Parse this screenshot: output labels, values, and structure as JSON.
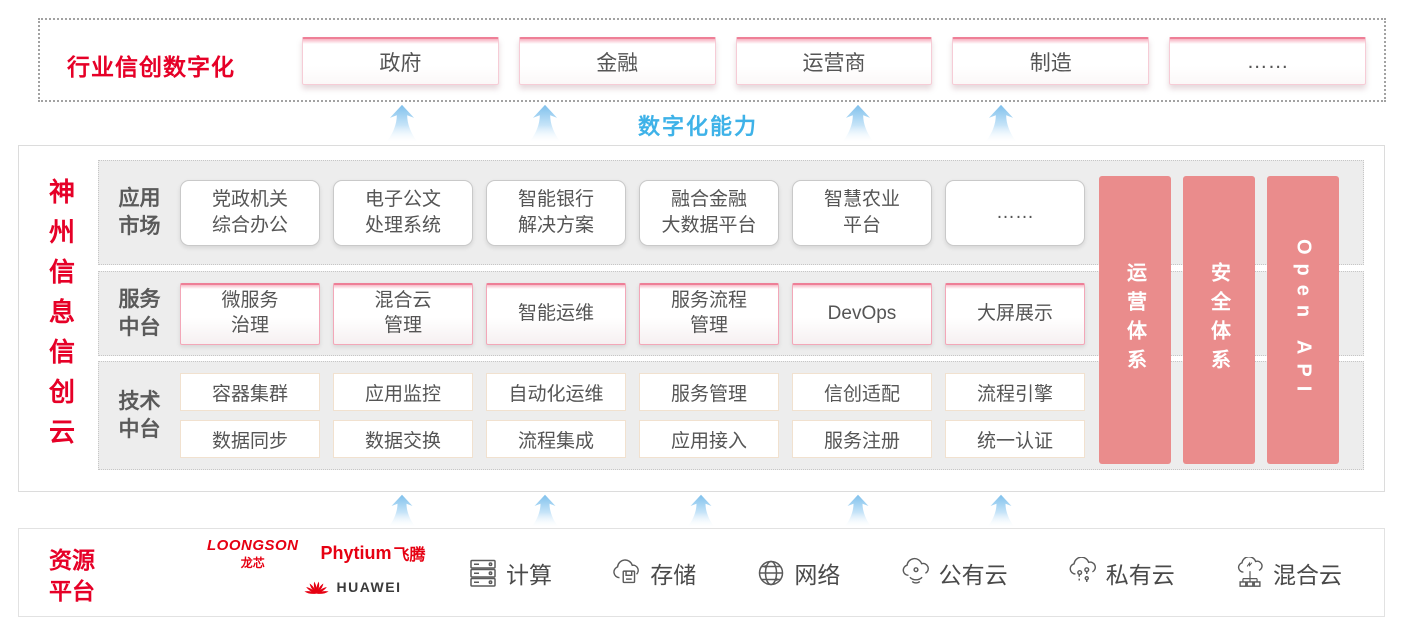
{
  "top_banner": {
    "title": "行业信创数字化",
    "industries": [
      "政府",
      "金融",
      "运营商",
      "制造",
      "……"
    ]
  },
  "capability": {
    "label": "数字化能力",
    "arrow_icon": "up-arrow-icon"
  },
  "platform": {
    "vertical_title": "神州信息信创云",
    "app_row": {
      "label": "应用\n市场",
      "items": [
        "党政机关\n综合办公",
        "电子公文\n处理系统",
        "智能银行\n解决方案",
        "融合金融\n大数据平台",
        "智慧农业\n平台",
        "……"
      ]
    },
    "service_row": {
      "label": "服务\n中台",
      "items": [
        "微服务\n治理",
        "混合云\n管理",
        "智能运维",
        "服务流程\n管理",
        "DevOps",
        "大屏展示"
      ]
    },
    "tech_row": {
      "label": "技术\n中台",
      "items_top": [
        "容器集群",
        "应用监控",
        "自动化运维",
        "服务管理",
        "信创适配",
        "流程引擎"
      ],
      "items_bottom": [
        "数据同步",
        "数据交换",
        "流程集成",
        "应用接入",
        "服务注册",
        "统一认证"
      ]
    },
    "side_bars": [
      "运营体系",
      "安全体系",
      "Open API"
    ]
  },
  "resource": {
    "title": "资源\n平台",
    "vendors": {
      "loongson": "LOONGSON",
      "loongson_cn": "龙芯",
      "phytium": "Phytium",
      "phytium_cn": "飞腾",
      "huawei": "HUAWEI"
    },
    "items": [
      {
        "icon": "server-icon",
        "label": "计算"
      },
      {
        "icon": "storage-cloud-icon",
        "label": "存储"
      },
      {
        "icon": "network-globe-icon",
        "label": "网络"
      },
      {
        "icon": "public-cloud-icon",
        "label": "公有云"
      },
      {
        "icon": "private-cloud-icon",
        "label": "私有云"
      },
      {
        "icon": "hybrid-cloud-icon",
        "label": "混合云"
      }
    ]
  },
  "colors": {
    "accent_red": "#e60027",
    "brand_red": "#e60012",
    "bar_pink": "#ea8c8c",
    "pink_border": "#ee7f97",
    "capability_blue": "#3eb2e8",
    "row_gray": "#ededed",
    "text_dark": "#555555"
  }
}
